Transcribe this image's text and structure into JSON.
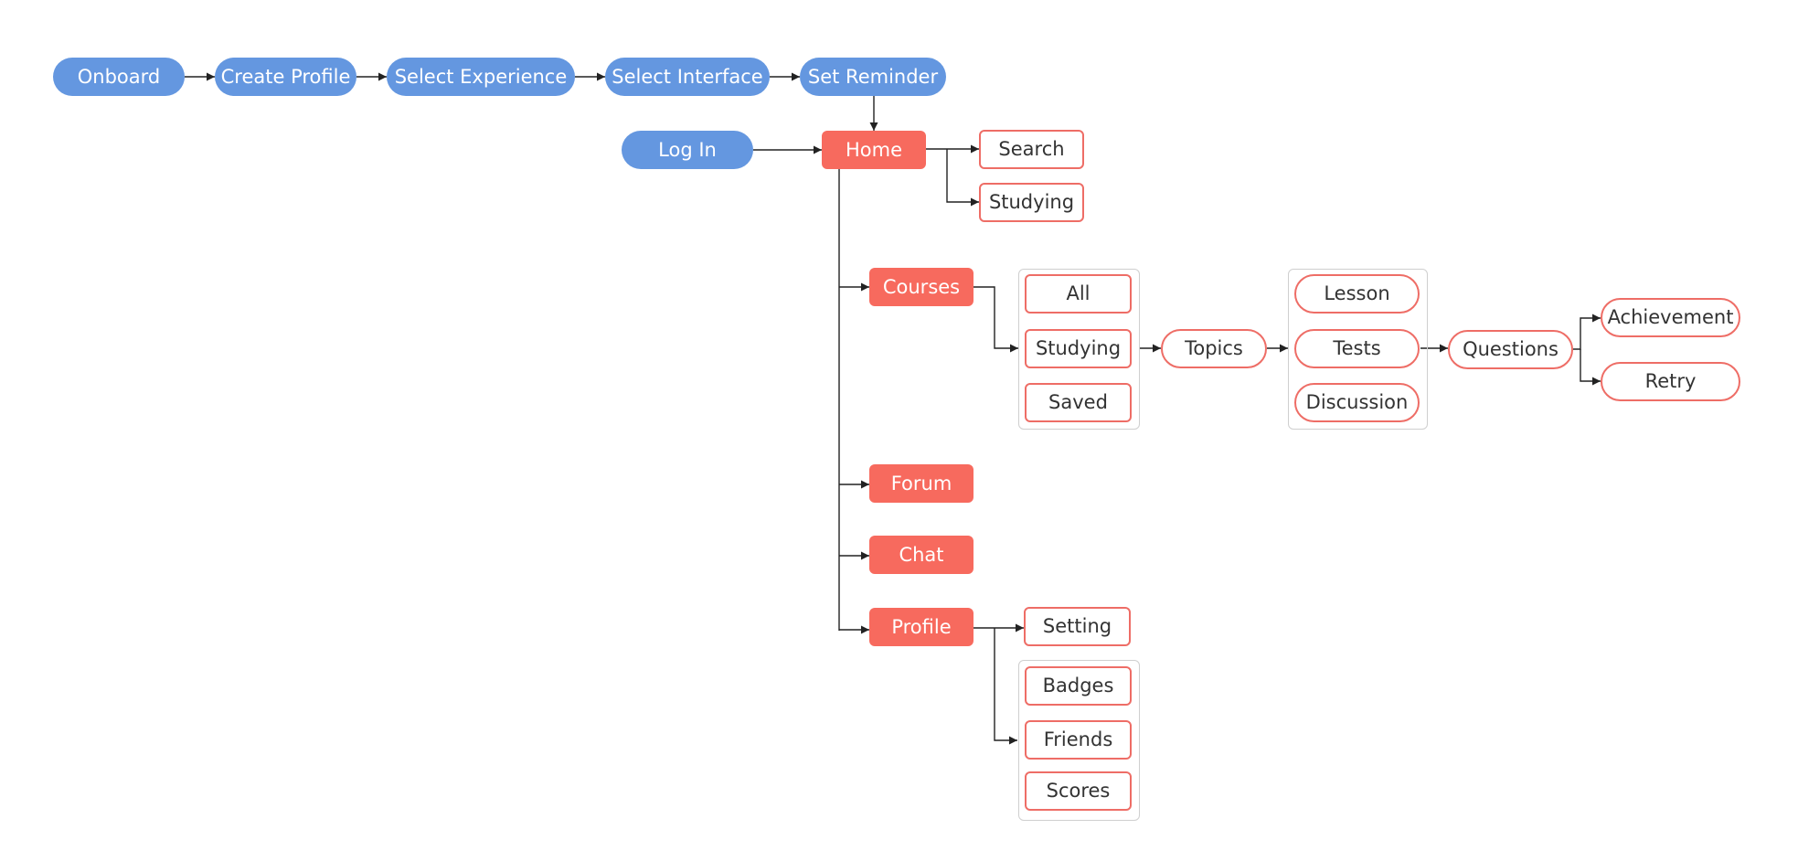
{
  "diagram": {
    "flow": {
      "onboard": "Onboard",
      "create_profile": "Create Profile",
      "select_experience": "Select Experience",
      "select_interface": "Select Interface",
      "set_reminder": "Set Reminder"
    },
    "log_in": "Log In",
    "home": "Home",
    "home_children": {
      "search": "Search",
      "studying": "Studying"
    },
    "main_sections": {
      "courses": "Courses",
      "forum": "Forum",
      "chat": "Chat",
      "profile": "Profile"
    },
    "course_filters": {
      "all": "All",
      "studying": "Studying",
      "saved": "Saved"
    },
    "topics": "Topics",
    "topic_items": {
      "lesson": "Lesson",
      "tests": "Tests",
      "discussion": "Discussion"
    },
    "questions": "Questions",
    "question_outcomes": {
      "achievement": "Achievement",
      "retry": "Retry"
    },
    "profile_children": {
      "setting": "Setting",
      "badges": "Badges",
      "friends": "Friends",
      "scores": "Scores"
    },
    "colors": {
      "entry_fill": "#6497e0",
      "main_fill": "#f76a5e",
      "sub_border": "#ee6d66",
      "group_border": "#cfcfcf",
      "connector": "#222222"
    }
  }
}
